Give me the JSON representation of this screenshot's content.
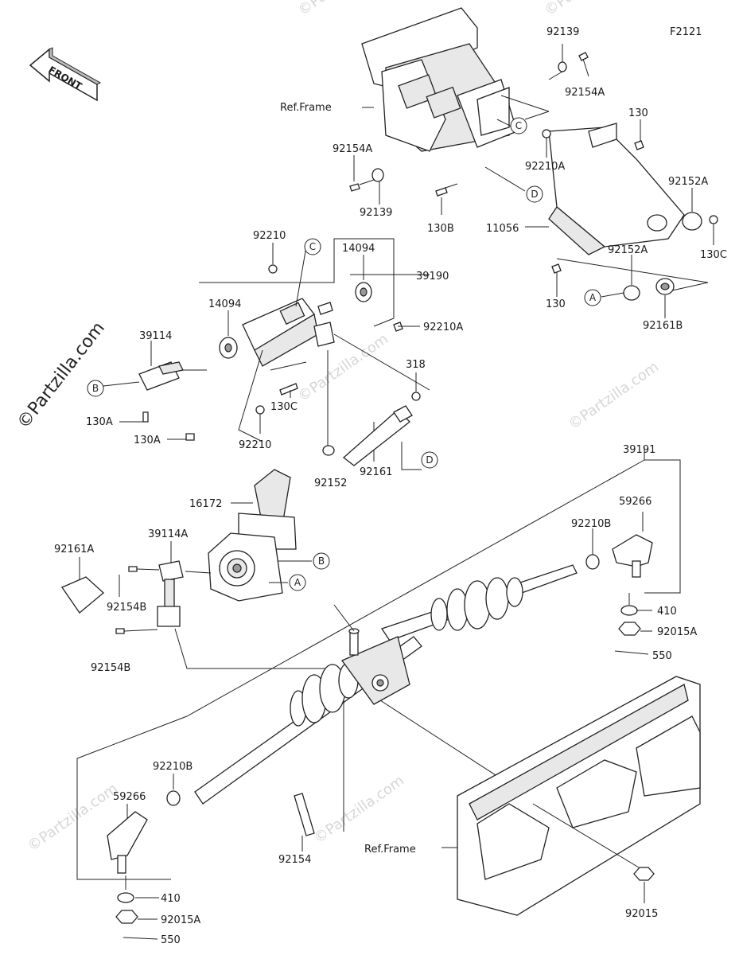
{
  "diagram_code": "F2121",
  "front_arrow": {
    "label": "FRONT"
  },
  "watermark": {
    "text": "©Partzilla.com",
    "side_text": "©Partzilla.com"
  },
  "callouts": {
    "c_top": "C",
    "d_top": "D",
    "a_right": "A",
    "c_mid": "C",
    "b_left": "B",
    "d_mid": "D",
    "b_motor": "B",
    "a_motor": "A"
  },
  "labels": {
    "p92139_top": "92139",
    "p92154A_top": "92154A",
    "ref_frame_top": "Ref.Frame",
    "p130_top": "130",
    "p92154A_left": "92154A",
    "p92210A_top": "92210A",
    "p92152A_right": "92152A",
    "p92139_left": "92139",
    "p130B": "130B",
    "p11056": "11056",
    "p130C_right": "130C",
    "p92210_top": "92210",
    "p14094_top": "14094",
    "p39190": "39190",
    "p92152A_mid": "92152A",
    "p130_bottom": "130",
    "p14094_left": "14094",
    "p92210A_mid": "92210A",
    "p92161B": "92161B",
    "p39114": "39114",
    "p318": "318",
    "p130C_mid": "130C",
    "p130A_1": "130A",
    "p130A_2": "130A",
    "p92210_bottom": "92210",
    "p92152": "92152",
    "p92161": "92161",
    "p39191": "39191",
    "p16172": "16172",
    "p59266_right": "59266",
    "p39114A": "39114A",
    "p92210B_right": "92210B",
    "p92161A": "92161A",
    "p92154B_1": "92154B",
    "p410_right": "410",
    "p92015A_right": "92015A",
    "p92154B_2": "92154B",
    "p550_right": "550",
    "p92210B_left": "92210B",
    "p59266_left": "59266",
    "p92154": "92154",
    "ref_frame_bottom": "Ref.Frame",
    "p410_left": "410",
    "p92015A_left": "92015A",
    "p92015": "92015",
    "p550_left": "550"
  }
}
